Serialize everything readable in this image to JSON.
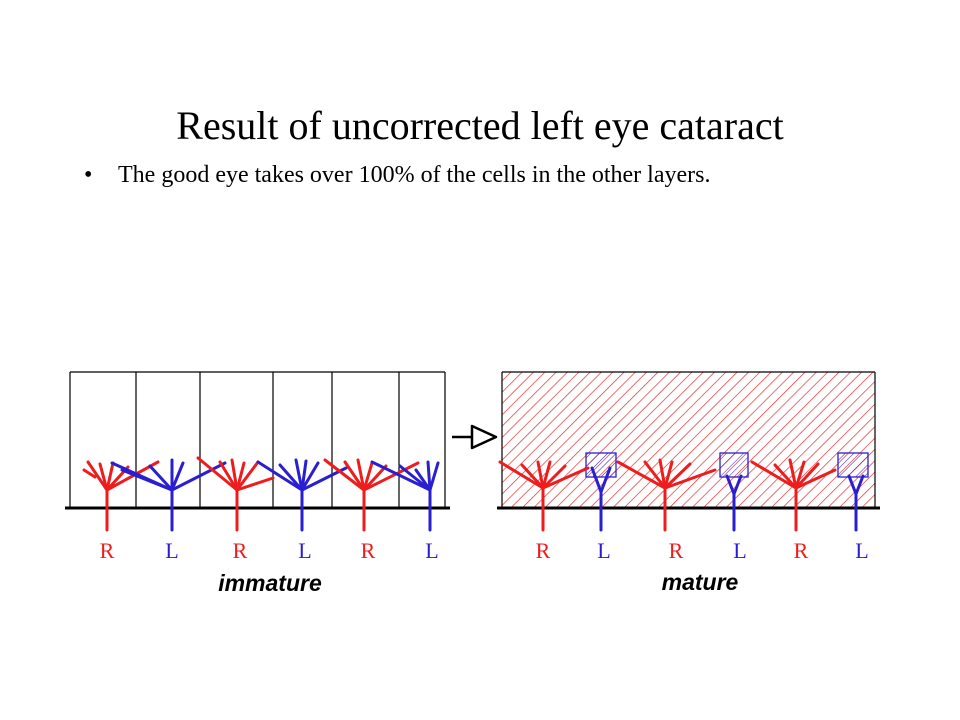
{
  "slide": {
    "title": "Result of uncorrected left eye cataract",
    "bullets": [
      {
        "symbol": "•",
        "text": "The good eye takes over 100% of the cells in the other layers."
      }
    ]
  },
  "diagram": {
    "immature": {
      "stage_label": "immature",
      "columns": [
        "R",
        "L",
        "R",
        "L",
        "R",
        "L"
      ]
    },
    "mature": {
      "stage_label": "mature",
      "columns": [
        "R",
        "L",
        "R",
        "L",
        "R",
        "L"
      ]
    },
    "arrow_icon": "open-arrow-right-icon",
    "colors": {
      "right_eye": "#ee1c1c",
      "left_eye": "#2a1fd0",
      "hatch": "#e23030",
      "line": "#000000"
    }
  }
}
